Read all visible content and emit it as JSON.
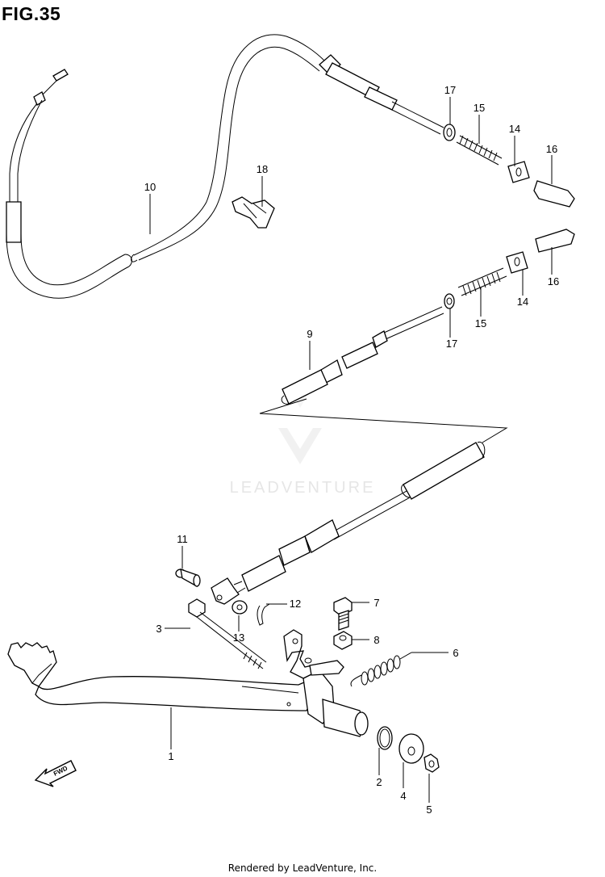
{
  "title": "FIG.35",
  "footer": "Rendered by LeadVenture, Inc.",
  "watermark": "LEADVENTURE",
  "icons": [
    "fwd-arrow-icon",
    "leadventure-logo-icon"
  ],
  "fwd_label": "FWD",
  "callouts": [
    {
      "key": "c1",
      "label": "1"
    },
    {
      "key": "c2",
      "label": "2"
    },
    {
      "key": "c3",
      "label": "3"
    },
    {
      "key": "c4",
      "label": "4"
    },
    {
      "key": "c5",
      "label": "5"
    },
    {
      "key": "c6",
      "label": "6"
    },
    {
      "key": "c7",
      "label": "7"
    },
    {
      "key": "c8",
      "label": "8"
    },
    {
      "key": "c9",
      "label": "9"
    },
    {
      "key": "c10",
      "label": "10"
    },
    {
      "key": "c11",
      "label": "11"
    },
    {
      "key": "c12",
      "label": "12"
    },
    {
      "key": "c13",
      "label": "13"
    },
    {
      "key": "c14a",
      "label": "14"
    },
    {
      "key": "c14b",
      "label": "14"
    },
    {
      "key": "c15a",
      "label": "15"
    },
    {
      "key": "c15b",
      "label": "15"
    },
    {
      "key": "c16a",
      "label": "16"
    },
    {
      "key": "c16b",
      "label": "16"
    },
    {
      "key": "c17a",
      "label": "17"
    },
    {
      "key": "c17b",
      "label": "17"
    },
    {
      "key": "c18",
      "label": "18"
    }
  ]
}
